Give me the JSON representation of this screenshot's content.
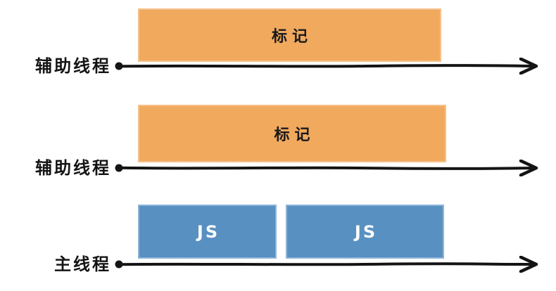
{
  "colors": {
    "orange_bar": "#F1A95E",
    "orange_border": "#F5C18A",
    "blue_bar": "#5890C2",
    "blue_border": "#8FB5D9",
    "ink": "#141414",
    "bar_text_dark": "#1A1A1A",
    "bar_text_light": "#FDFDFD"
  },
  "rows": [
    {
      "label": "辅助线程",
      "bars": [
        {
          "text": "标记"
        }
      ]
    },
    {
      "label": "辅助线程",
      "bars": [
        {
          "text": "标记"
        }
      ]
    },
    {
      "label": "主线程",
      "bars": [
        {
          "text": "JS"
        },
        {
          "text": "JS"
        }
      ]
    }
  ]
}
